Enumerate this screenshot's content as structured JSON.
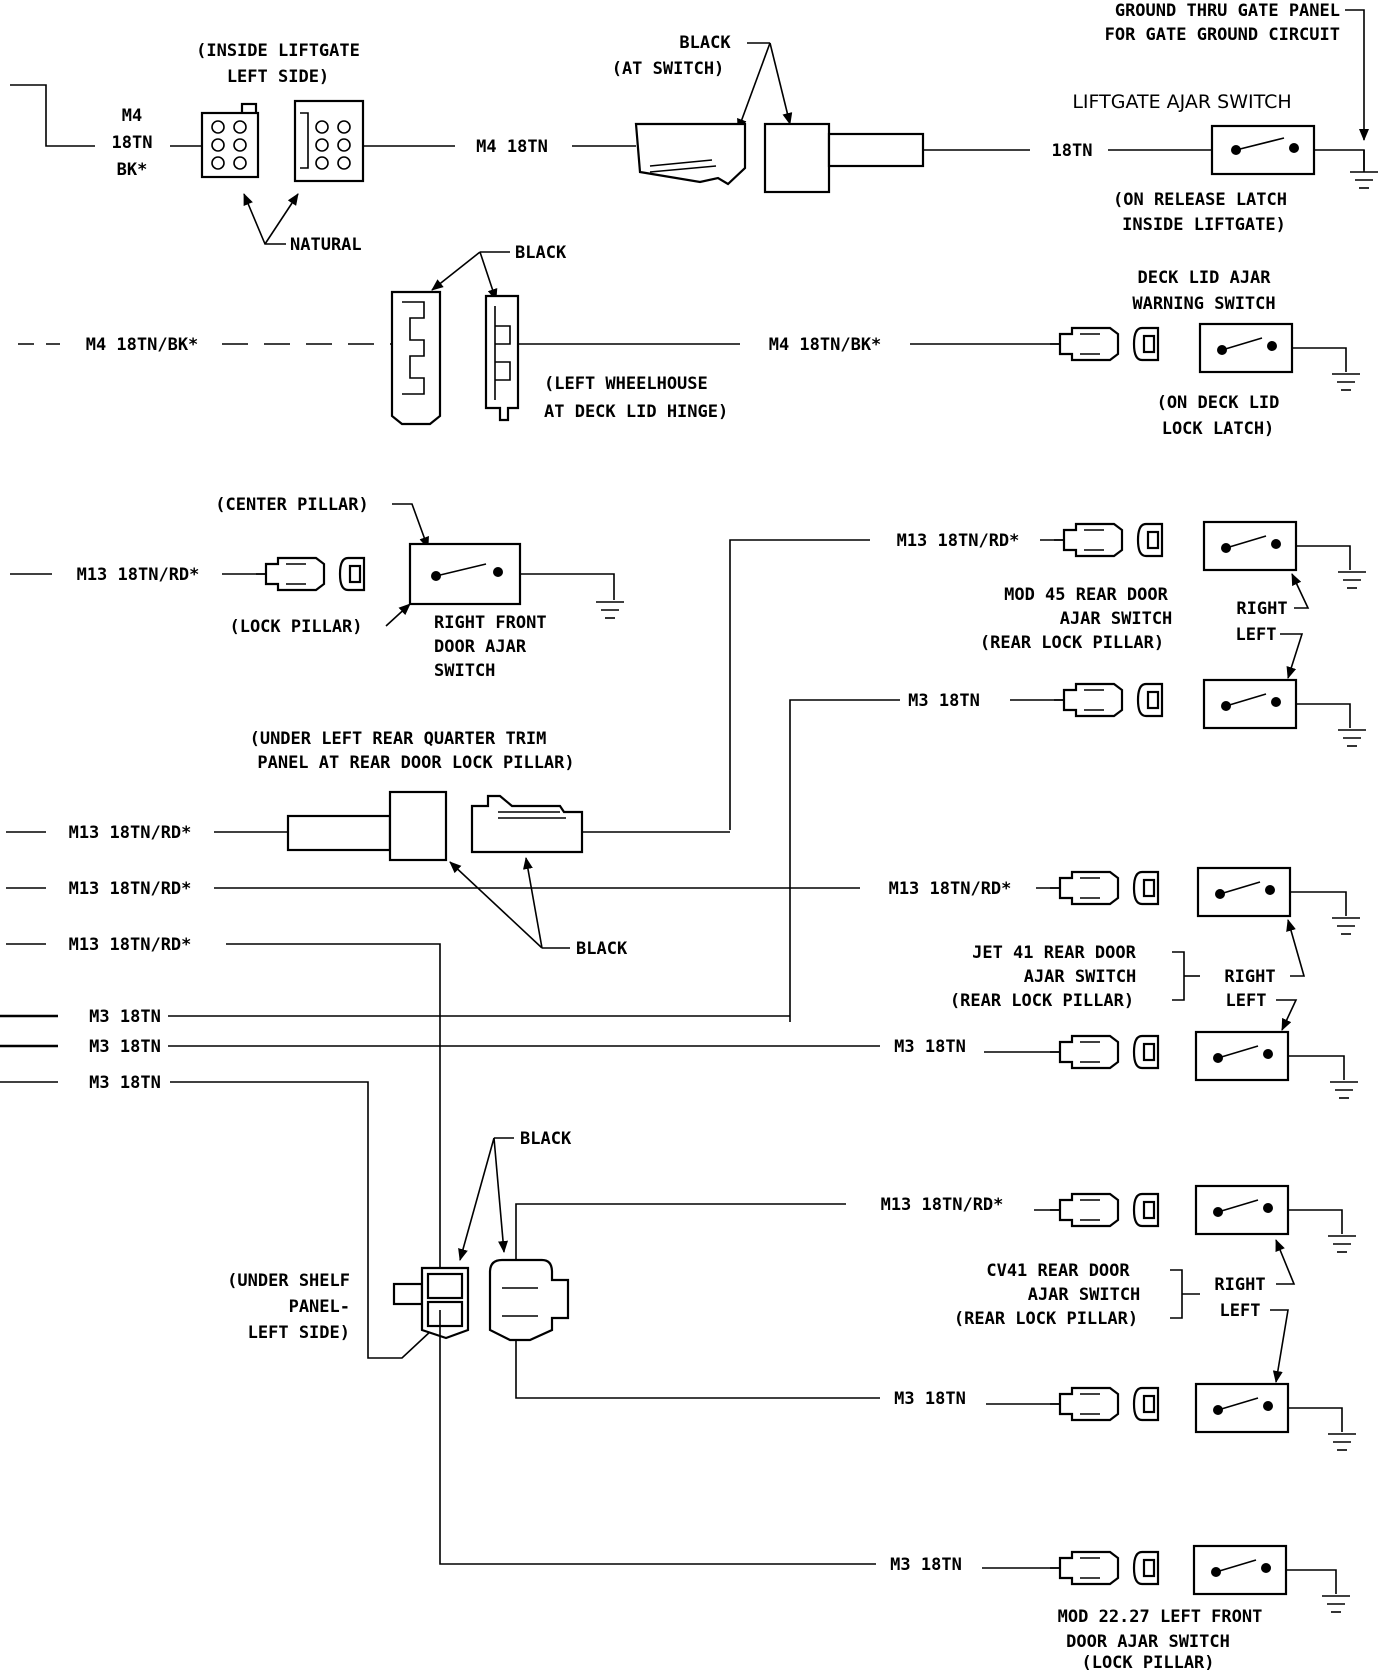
{
  "header": {
    "ground_note": [
      "GROUND THRU GATE PANEL",
      "FOR GATE GROUND CIRCUIT"
    ],
    "inside_liftgate": [
      "(INSIDE LIFTGATE",
      "LEFT SIDE)"
    ],
    "black_at_switch": [
      "BLACK",
      "(AT SWITCH)"
    ],
    "liftgate_ajar_switch": "LIFTGATE AJAR SWITCH",
    "on_release_latch": [
      "(ON RELEASE LATCH",
      "INSIDE LIFTGATE)"
    ],
    "natural": "NATURAL"
  },
  "wires": {
    "m4_stack": [
      "M4",
      "18TN",
      "BK*"
    ],
    "m4_18tn": "M4  18TN",
    "w18tn": "18TN",
    "m4_18tn_bk": "M4  18TN/BK*",
    "m13_18tn_rd": "M13  18TN/RD*",
    "m3_18tn": "M3  18TN"
  },
  "deck_lid": {
    "black": "BLACK",
    "switch_name": [
      "DECK LID AJAR",
      "WARNING SWITCH"
    ],
    "location": [
      "(LEFT WHEELHOUSE",
      "AT DECK LID HINGE)"
    ],
    "on_latch": [
      "(ON DECK LID",
      "LOCK LATCH)"
    ]
  },
  "front_door": {
    "center_pillar": "(CENTER PILLAR)",
    "lock_pillar": "(LOCK PILLAR)",
    "switch_name": [
      "RIGHT FRONT",
      "DOOR AJAR",
      "SWITCH"
    ]
  },
  "quarter_trim": {
    "location": [
      "(UNDER LEFT REAR QUARTER TRIM",
      "PANEL AT REAR DOOR LOCK PILLAR)"
    ],
    "black": "BLACK"
  },
  "mod45": {
    "switch_name": [
      "MOD 45 REAR DOOR",
      "AJAR SWITCH",
      "(REAR LOCK PILLAR)"
    ],
    "right": "RIGHT",
    "left": "LEFT"
  },
  "jet41": {
    "switch_name": [
      "JET 41 REAR DOOR",
      "AJAR SWITCH",
      "(REAR LOCK PILLAR)"
    ],
    "right": "RIGHT",
    "left": "LEFT"
  },
  "cv41": {
    "switch_name": [
      "CV41 REAR DOOR",
      "AJAR SWITCH",
      "(REAR LOCK PILLAR)"
    ],
    "right": "RIGHT",
    "left": "LEFT"
  },
  "shelf": {
    "location": [
      "(UNDER SHELF",
      "PANEL-",
      "LEFT SIDE)"
    ],
    "black": "BLACK"
  },
  "mod2227": {
    "switch_name": [
      "MOD 22.27 LEFT FRONT",
      "DOOR AJAR SWITCH",
      "(LOCK PILLAR)"
    ]
  }
}
